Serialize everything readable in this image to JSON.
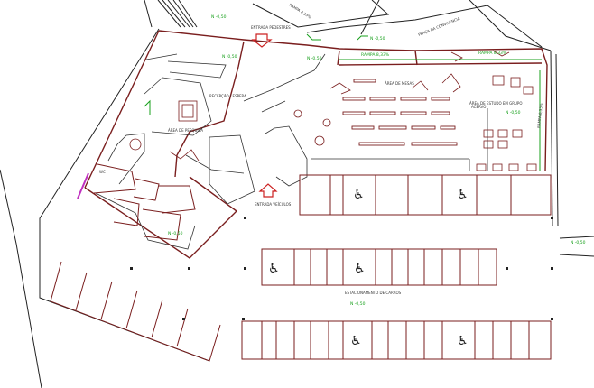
{
  "labels": {
    "nivel_top": "N -0,50",
    "entrada_pedestres": "ENTRADA PEDESTRES",
    "rampa_top": "RAMPA 8,33%",
    "nivel_mid": "N -0,50",
    "praca_sul": "PRAÇA DA CONVIVÊNCIA",
    "nivel_left": "N -0,50",
    "rampa_1": "RAMPA 8,33%",
    "rampa_2": "RAMPA 8,33%",
    "rampa_right": "RAMPA 8,33%",
    "recepcao": "RECEPÇÃO / ESPERA",
    "area_pesquisa": "ÁREA DE PESQUISA",
    "nivel_left2": "N -0,50",
    "area_mesas": "ÁREA DE MESAS",
    "acervo": "ACERVO",
    "area_estudo": "ÁREA DE ESTUDO EM GRUPO",
    "nivel_right": "N -0,50",
    "entrada_veiculos": "ENTRADA VEÍCULOS",
    "wc": "WC",
    "estacionamento": "ESTACIONAMENTO DE CARROS",
    "nivel_park": "N -0,50",
    "nivel_bottom": "N -0,50",
    "side_label": "N -0,50"
  },
  "colors": {
    "wall": "#7a1e1e",
    "line": "#222222",
    "text_green": "#18a01c",
    "accent_magenta": "#c030c0",
    "arrow_red": "#cc2222"
  }
}
